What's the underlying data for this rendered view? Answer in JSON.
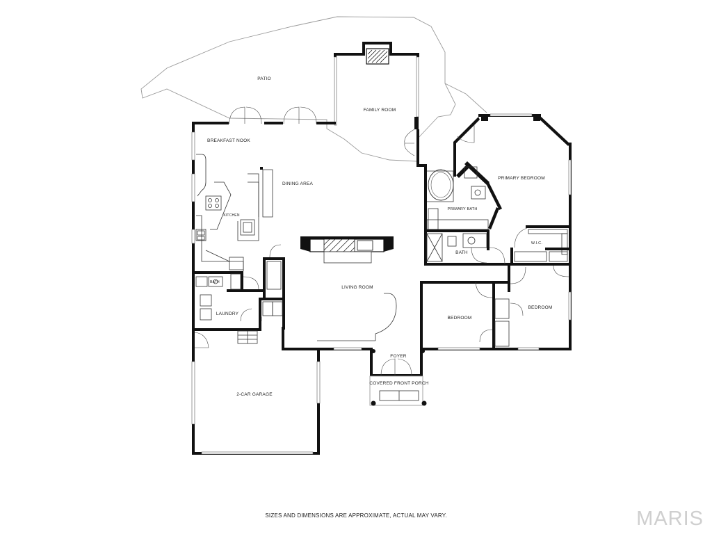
{
  "rooms": {
    "patio": "PATIO",
    "family_room": "FAMILY ROOM",
    "breakfast_nook": "BREAKFAST NOOK",
    "dining_area": "DINING AREA",
    "kitchen": "KITCHEN",
    "primary_bedroom": "PRIMARY BEDROOM",
    "primary_bath": "PRIMARY BATH",
    "wic": "W.I.C.",
    "bath_hall": "BATH",
    "bath_half": "BATH",
    "living_room": "LIVING ROOM",
    "laundry": "LAUNDRY",
    "bedroom_1": "BEDROOM",
    "bedroom_2": "BEDROOM",
    "foyer": "FOYER",
    "covered_front_porch": "COVERED FRONT PORCH",
    "garage": "2-CAR GARAGE"
  },
  "footer": {
    "disclaimer": "SIZES AND DIMENSIONS ARE APPROXIMATE, ACTUAL MAY VARY.",
    "brand": "MARIS"
  }
}
